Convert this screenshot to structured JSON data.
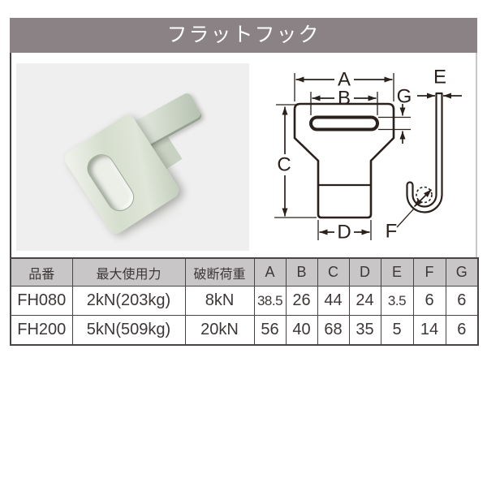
{
  "title_bar": {
    "text": "フラットフック"
  },
  "diagram": {
    "dim_labels": {
      "a": "A",
      "b": "B",
      "c": "C",
      "d": "D",
      "e": "E",
      "f": "F",
      "g": "G"
    }
  },
  "spec_table": {
    "headers": {
      "part_no": "品番",
      "max_load": "最大使用力",
      "break_load": "破断荷重",
      "a": "A",
      "b": "B",
      "c": "C",
      "d": "D",
      "e": "E",
      "f": "F",
      "g": "G"
    },
    "rows": [
      {
        "part_no": "FH080",
        "max_load": "2kN(203kg)",
        "break_load": "8kN",
        "a": "38.5",
        "b": "26",
        "c": "44",
        "d": "24",
        "e": "3.5",
        "f": "6",
        "g": "6"
      },
      {
        "part_no": "FH200",
        "max_load": "5kN(509kg)",
        "break_load": "20kN",
        "a": "56",
        "b": "40",
        "c": "68",
        "d": "35",
        "e": "5",
        "f": "14",
        "g": "6"
      }
    ]
  },
  "colors": {
    "title_bar_bg": "#8a8285",
    "title_text": "#ffffff",
    "photo_bg": "#f0efef",
    "drawing_line": "#2a201c",
    "table_border": "#4a4545",
    "table_header_bg": "#c8c6c7",
    "text": "#3e3737",
    "metal_plating": "#d5ddcd"
  }
}
